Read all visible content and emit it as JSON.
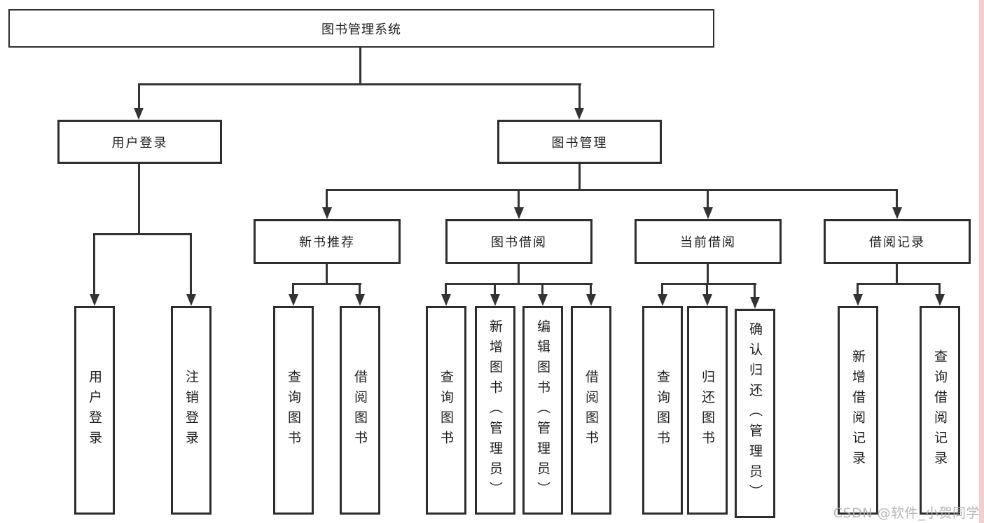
{
  "diagram": {
    "type": "hierarchy-tree",
    "watermark": "CSDN @软件_小贺同学",
    "colors": {
      "line": "#333333",
      "box_border": "#2d2d2d",
      "background": "#ffffff",
      "text": "#1f1f1f",
      "watermark_text": "#b3adad",
      "right_edge_strip": "#f2cfcf"
    },
    "labels": {
      "root": "图书管理系统",
      "userLogin": "用户登录",
      "bookManagement": "图书管理",
      "newBookRecommend": "新书推荐",
      "bookBorrow": "图书借阅",
      "currentBorrow": "当前借阅",
      "borrowRecord": "借阅记录",
      "leafUserLogin": "用户登录",
      "leafLogout": "注销登录",
      "leafQueryBooks1": "查询图书",
      "leafBorrowBooks1": "借阅图书",
      "leafQueryBooks2": "查询图书",
      "leafAddBook": "新增图书（管理员）",
      "leafEditBook": "编辑图书（管理员）",
      "leafBorrowBooks2": "借阅图书",
      "leafQueryBooks3": "查询图书",
      "leafReturnBook": "归还图书",
      "leafConfirmReturn": "确认归还（管理员）",
      "leafAddBorrowRecord": "新增借阅记录",
      "leafQueryBorrowRecord": "查询借阅记录"
    },
    "tree": {
      "图书管理系统": {
        "用户登录": [
          "用户登录",
          "注销登录"
        ],
        "图书管理": {
          "新书推荐": [
            "查询图书",
            "借阅图书"
          ],
          "图书借阅": [
            "查询图书",
            "新增图书（管理员）",
            "编辑图书（管理员）",
            "借阅图书"
          ],
          "当前借阅": [
            "查询图书",
            "归还图书",
            "确认归还（管理员）"
          ],
          "借阅记录": [
            "新增借阅记录",
            "查询借阅记录"
          ]
        }
      }
    }
  }
}
